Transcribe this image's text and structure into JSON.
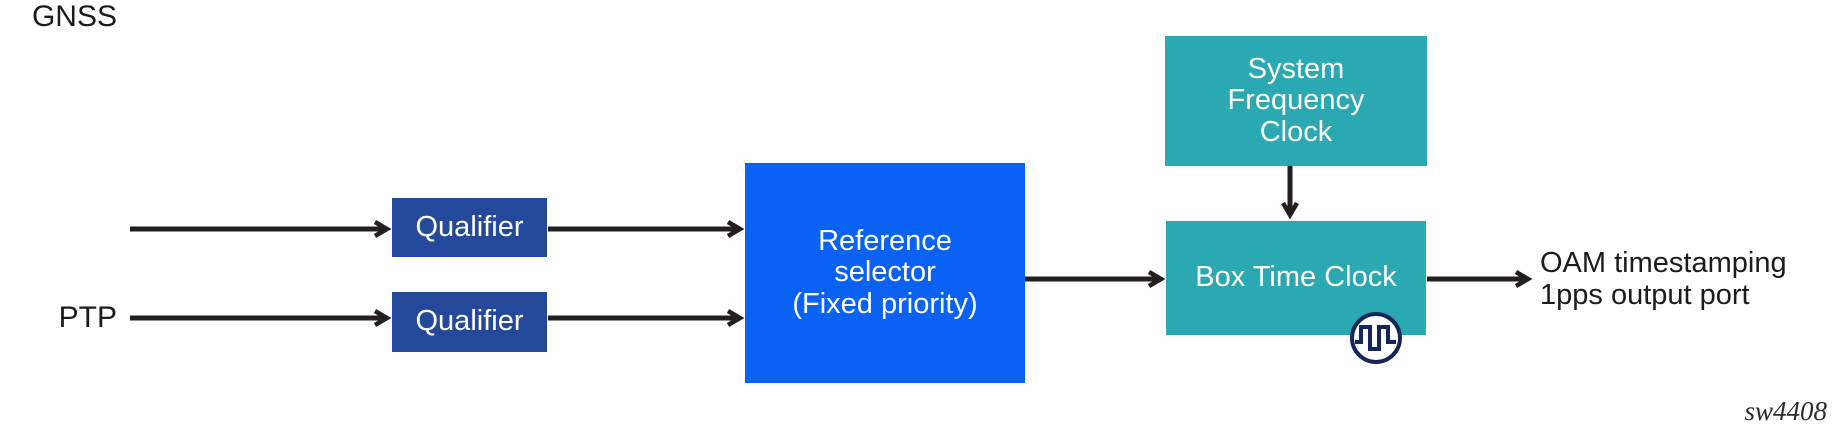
{
  "diagram": {
    "inputs": {
      "gnss": {
        "label": "GNSS"
      },
      "ptp": {
        "label": "PTP"
      }
    },
    "nodes": {
      "qualifier_gnss": {
        "label": "Qualifier"
      },
      "qualifier_ptp": {
        "label": "Qualifier"
      },
      "reference_selector": {
        "label": "Reference\nselector\n(Fixed priority)"
      },
      "system_frequency_clock": {
        "label": "System\nFrequency\nClock"
      },
      "box_time_clock": {
        "label": "Box Time Clock"
      }
    },
    "output": {
      "label": "OAM timestamping\n1pps output port"
    },
    "watermark": "sw4408",
    "icons": {
      "square_wave_clock": "square-wave-clock-icon"
    },
    "colors": {
      "qualifier_navy": "#25499A",
      "selector_blue": "#0A62F5",
      "clock_teal": "#2AA9B2",
      "arrow_black": "#231F20",
      "icon_navy": "#16265A",
      "text_white": "#FFFFFF",
      "text_black": "#1D1B1C",
      "background": "#FFFFFF"
    }
  }
}
